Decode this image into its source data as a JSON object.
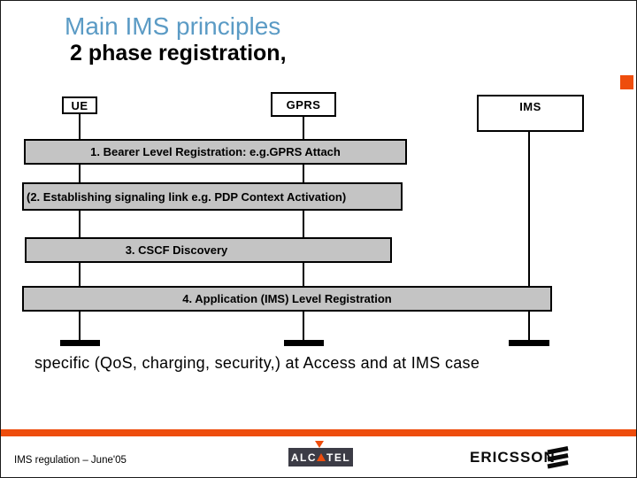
{
  "slide": {
    "title": "Main IMS principles",
    "subtitle": "2 phase registration,",
    "diagram": {
      "actors": [
        {
          "label": "UE"
        },
        {
          "label": "GPRS"
        },
        {
          "label": "IMS"
        }
      ],
      "steps": [
        {
          "label": "1. Bearer Level Registration: e.g.GPRS Attach"
        },
        {
          "label": "(2. Establishing signaling link e.g. PDP Context Activation)"
        },
        {
          "label": "3. CSCF Discovery"
        },
        {
          "label": "4. Application (IMS) Level Registration"
        }
      ]
    },
    "note": "specific (QoS, charging, security,) at Access and at IMS case",
    "footer": {
      "doc_ref": "IMS regulation – June'05",
      "alcatel_prefix": "ALC",
      "alcatel_suffix": "TEL",
      "ericsson_wordmark": "ERICSSON"
    },
    "colors": {
      "title_blue": "#5b9bc5",
      "accent_orange": "#ee4d0d",
      "bar_fill": "#c4c4c4",
      "alcatel_badge_bg": "#3c3c46"
    }
  }
}
